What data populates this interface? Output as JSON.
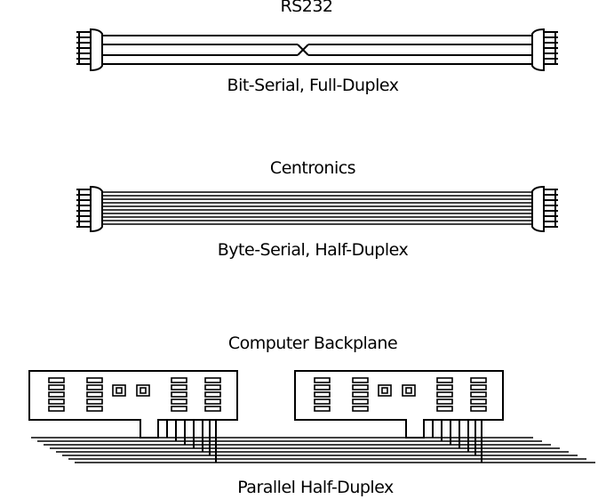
{
  "rs232": {
    "title": "RS232",
    "caption": "Bit-Serial, Full-Duplex"
  },
  "centronics": {
    "title": "Centronics",
    "caption": "Byte-Serial, Half-Duplex"
  },
  "backplane": {
    "title": "Computer Backplane",
    "caption": "Parallel Half-Duplex"
  },
  "colors": {
    "line": "#000000",
    "background": "#ffffff"
  }
}
